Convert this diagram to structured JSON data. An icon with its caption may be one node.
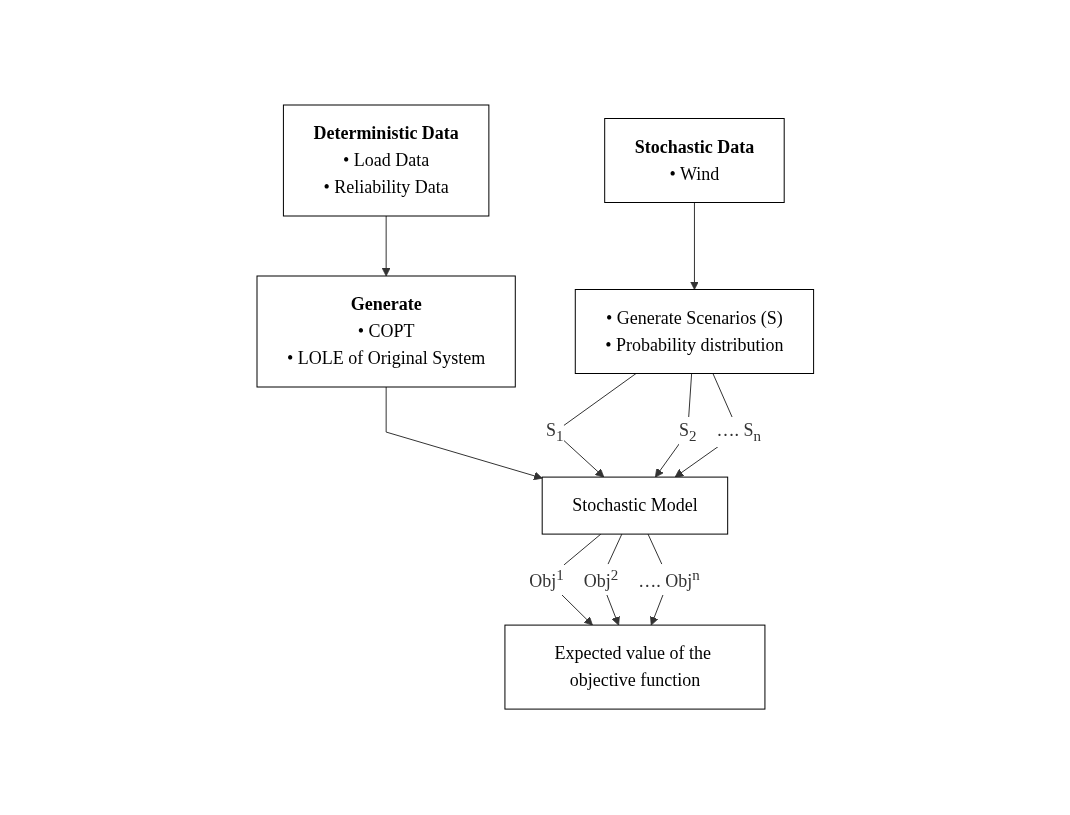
{
  "diagram": {
    "nodes": [
      {
        "text": [
          "Deterministic Data",
          "• Load Data",
          "• Reliability Data"
        ]
      },
      {
        "text": [
          "Stochastic Data",
          "• Wind"
        ]
      },
      {
        "text": [
          "Generate",
          "• COPT",
          "• LOLE of Original System"
        ]
      },
      {
        "text": [
          "• Generate Scenarios (S)",
          "• Probability distribution"
        ]
      },
      {
        "text": [
          "Stochastic Model"
        ]
      },
      {
        "text": [
          "Expected value of the objective function"
        ]
      }
    ],
    "edges": [
      {
        "from": 0,
        "to": 2,
        "arrow": "to"
      },
      {
        "from": 1,
        "to": 3,
        "arrow": "to"
      },
      {
        "from": 2,
        "to": 4,
        "arrow": "to"
      },
      {
        "from": 3,
        "to": 4,
        "arrow": "to",
        "label": "S$_{1}$"
      },
      {
        "from": 3,
        "to": 4,
        "arrow": "to",
        "label": "S$_{2}$"
      },
      {
        "from": 3,
        "to": 4,
        "arrow": "to",
        "label": "…. S$_{n}$"
      },
      {
        "from": 4,
        "to": 5,
        "arrow": "to",
        "label": "Obj$^{1}$"
      },
      {
        "from": 4,
        "to": 5,
        "arrow": "to",
        "label": "Obj$^{2}$"
      },
      {
        "from": 4,
        "to": 5,
        "arrow": "to",
        "label": "…. Obj$^{n}$"
      }
    ]
  }
}
